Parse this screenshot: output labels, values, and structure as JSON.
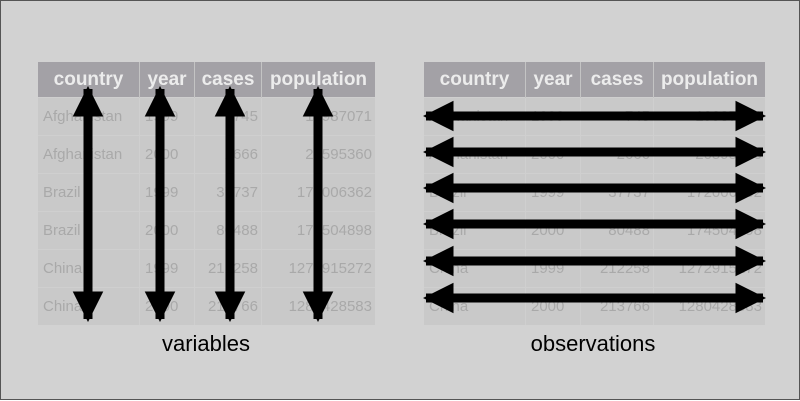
{
  "table": {
    "headers": [
      "country",
      "year",
      "cases",
      "population"
    ],
    "rows": [
      [
        "Afghanistan",
        "1999",
        "745",
        "19987071"
      ],
      [
        "Afghanistan",
        "2000",
        "2666",
        "20595360"
      ],
      [
        "Brazil",
        "1999",
        "37737",
        "172006362"
      ],
      [
        "Brazil",
        "2000",
        "80488",
        "174504898"
      ],
      [
        "China",
        "1999",
        "212258",
        "1272915272"
      ],
      [
        "China",
        "2000",
        "213766",
        "1280428583"
      ]
    ]
  },
  "captions": {
    "left": "variables",
    "right": "observations"
  },
  "colors": {
    "background": "#d2d2d2",
    "header": "#a3a1a6",
    "arrow": "#000000"
  }
}
